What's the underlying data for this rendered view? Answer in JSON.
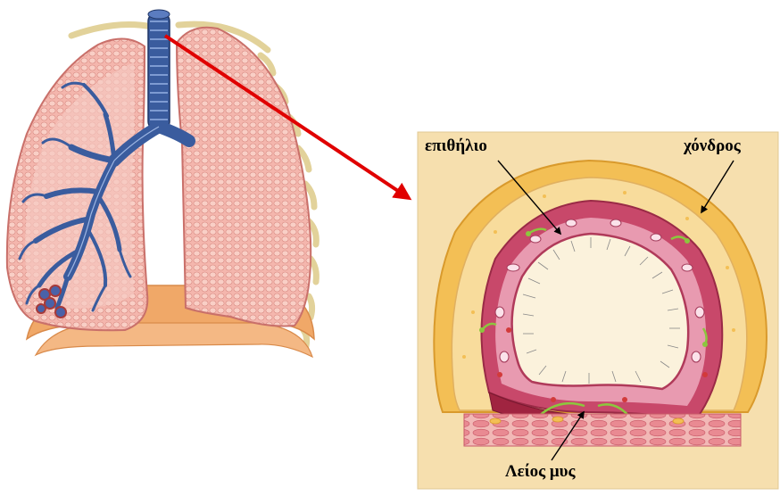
{
  "labels": {
    "epithelium": "επιθήλιο",
    "cartilage": "χόνδρος",
    "smooth_muscle": "Λείος μυς"
  },
  "colors": {
    "lung_tissue": "#f0a8a0",
    "lung_outline": "#c9706a",
    "bronchi": "#3a5c9e",
    "rib": "#e2d29a",
    "diaphragm": "#f0a868",
    "panel_bg": "#f6dfae",
    "cartilage": "#f3bf55",
    "mucosa": "#c8486a",
    "smooth_muscle": "#a02440",
    "lumen": "#fbf2dc",
    "arrow": "#e00000"
  }
}
